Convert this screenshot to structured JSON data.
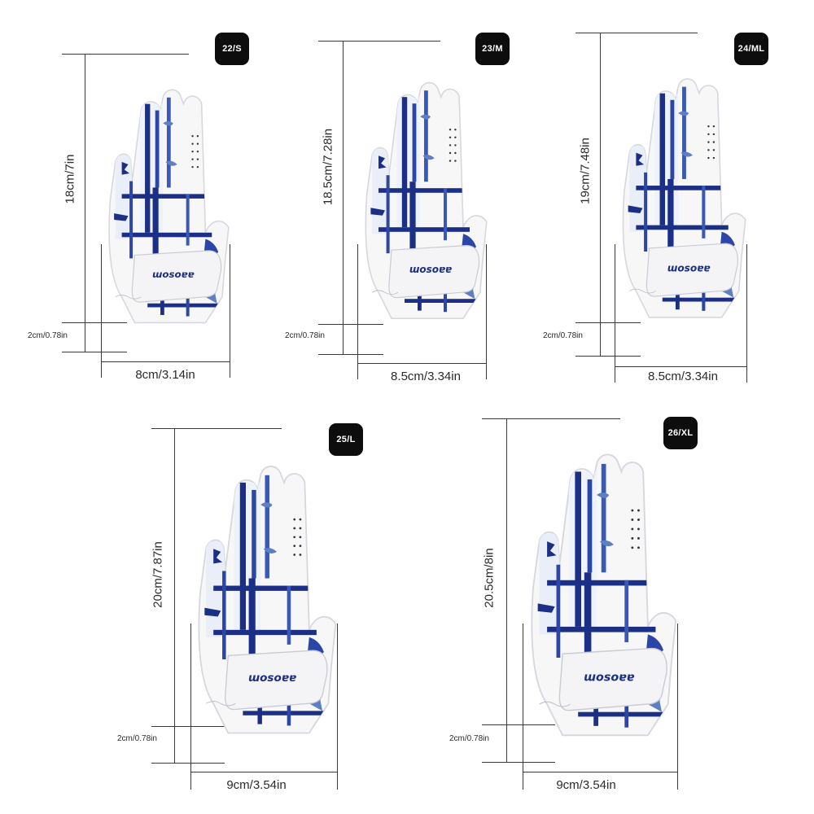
{
  "colors": {
    "glove_white": "#f7f7f8",
    "glove_outline": "#d5d8de",
    "pattern_blue": "#1c2f86",
    "pattern_light_blue": "#5e7fc4",
    "badge": "#0d0d0d",
    "dimension_line": "#3a3a3a"
  },
  "brand_text": "ɯosoɐɐ",
  "sizes": [
    {
      "size_label": "22/S",
      "height_label": "18cm/7in",
      "cuff_label": "2cm/0.78in",
      "width_label": "8cm/3.14in"
    },
    {
      "size_label": "23/M",
      "height_label": "18.5cm/7.28in",
      "cuff_label": "2cm/0.78in",
      "width_label": "8.5cm/3.34in"
    },
    {
      "size_label": "24/ML",
      "height_label": "19cm/7.48in",
      "cuff_label": "2cm/0.78in",
      "width_label": "8.5cm/3.34in"
    },
    {
      "size_label": "25/L",
      "height_label": "20cm/7.87in",
      "cuff_label": "2cm/0.78in",
      "width_label": "9cm/3.54in"
    },
    {
      "size_label": "26/XL",
      "height_label": "20.5cm/8in",
      "cuff_label": "2cm/0.78in",
      "width_label": "9cm/3.54in"
    }
  ]
}
